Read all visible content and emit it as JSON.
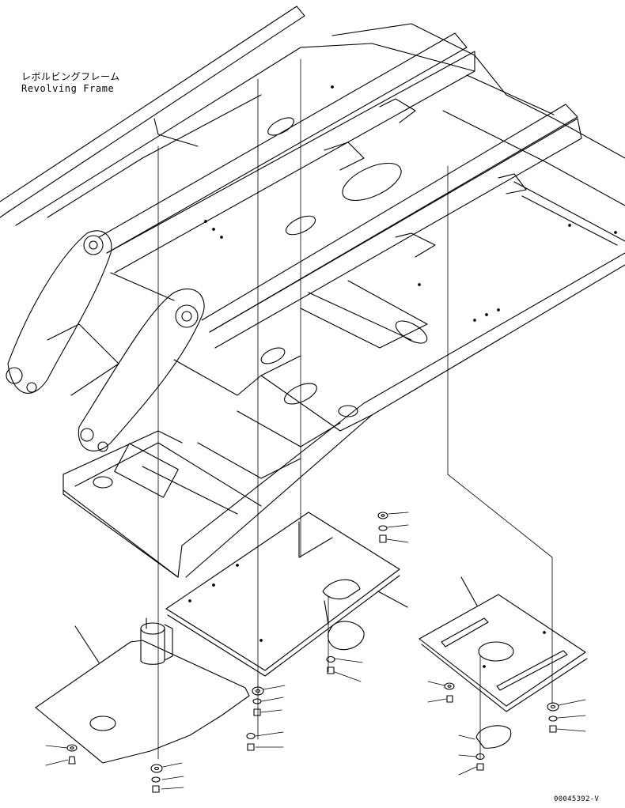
{
  "title": {
    "japanese": "レボルビングフレーム",
    "english": "Revolving Frame"
  },
  "drawing_code": "00045392-V",
  "colors": {
    "ink": "#000000",
    "paper": "#ffffff"
  }
}
